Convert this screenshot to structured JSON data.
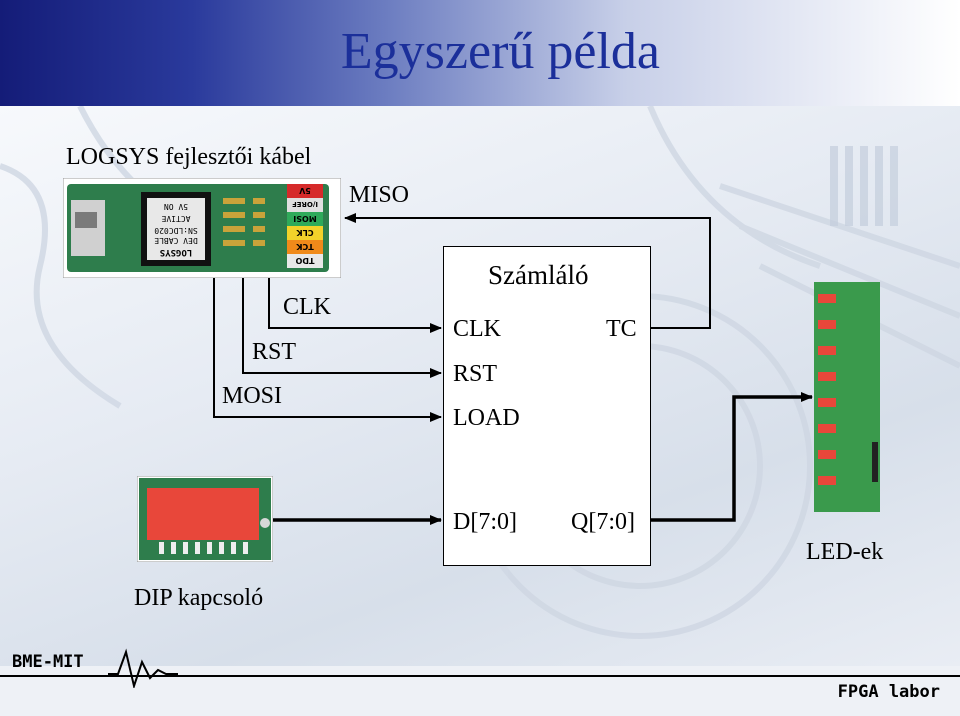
{
  "slide": {
    "title": "Egyszerű példa",
    "cable_label": "LOGSYS fejlesztői kábel",
    "dip_label": "DIP kapcsoló",
    "led_label": "LED-ek"
  },
  "cable": {
    "chip_lines": [
      "5V ON",
      "ACTIVE",
      "SN:LDC020",
      "DEV CABLE",
      "LOGSYS"
    ],
    "pins": [
      "5V",
      "I/OREF",
      "MOSI",
      "CLK",
      "TCK",
      "TDO"
    ]
  },
  "signals": {
    "miso": "MISO",
    "clk": "CLK",
    "rst": "RST",
    "mosi": "MOSI"
  },
  "counter": {
    "title": "Számláló",
    "ports": {
      "clk": "CLK",
      "rst": "RST",
      "load": "LOAD",
      "tc": "TC",
      "d": "D[7:0]",
      "q": "Q[7:0]"
    }
  },
  "footer": {
    "left": "BME-MIT",
    "right": "FPGA labor"
  }
}
